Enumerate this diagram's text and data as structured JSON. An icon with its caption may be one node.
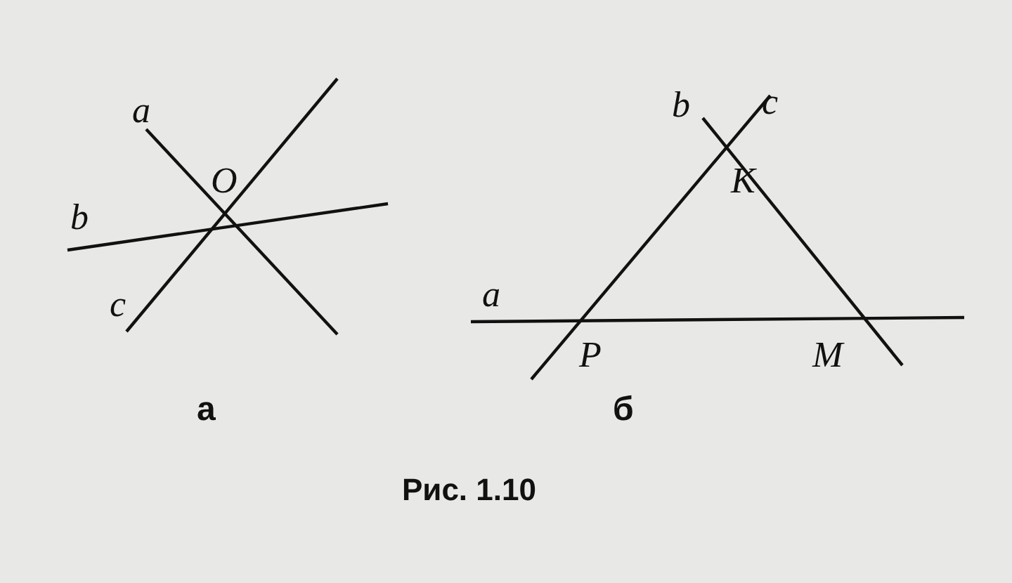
{
  "diagram": {
    "caption": "Рис. 1.10",
    "labels": [
      "a",
      "O",
      "b",
      "c",
      "а",
      "b",
      "c",
      "K",
      "a",
      "P",
      "M",
      "б"
    ]
  }
}
